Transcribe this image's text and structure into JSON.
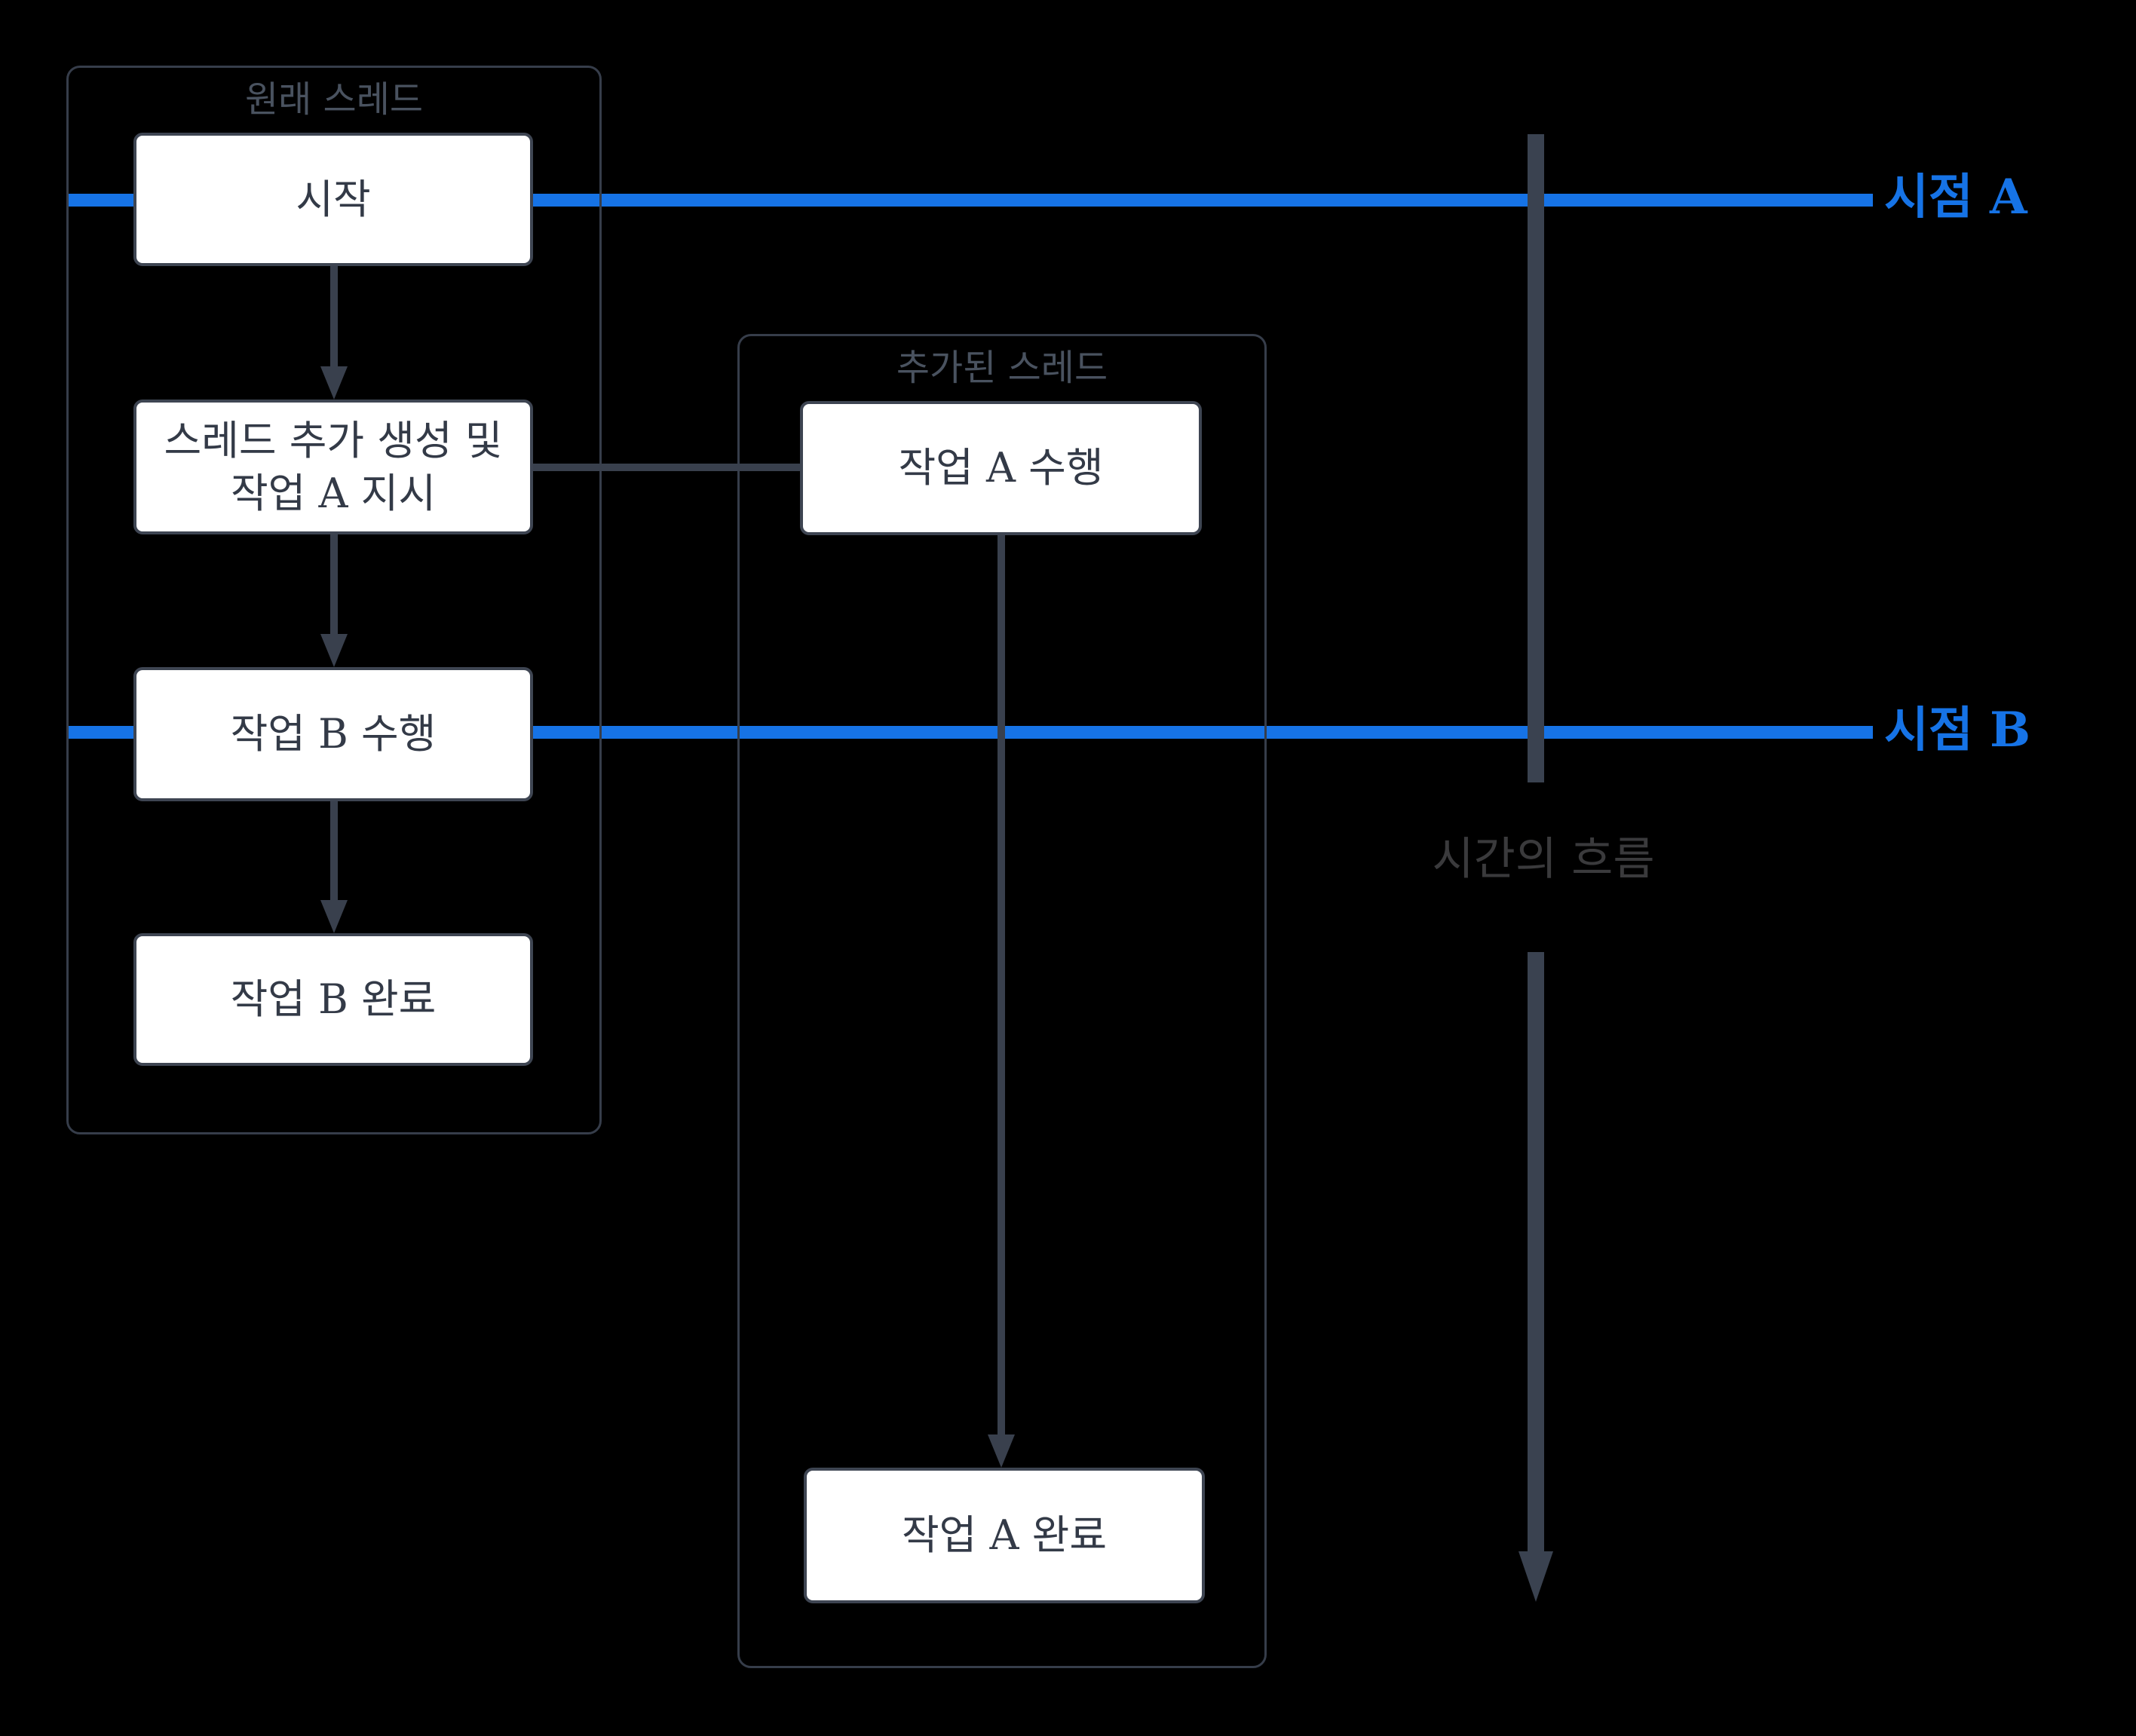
{
  "diagram": {
    "colors": {
      "background": "#000000",
      "accent_blue": "#1673e6",
      "connector_gray": "#39404d",
      "time_axis_gray": "#3a4250",
      "container_border": "#363d4a",
      "container_label": "#49525f",
      "node_background": "#ffffff",
      "node_border": "#3e4552",
      "node_text": "#333a47",
      "time_axis_label": "#3a3a3c"
    },
    "containers": {
      "original": {
        "label": "원래 스레드"
      },
      "added": {
        "label": "추가된 스레드"
      }
    },
    "nodes": {
      "start": {
        "label": "시작"
      },
      "spawn": {
        "label_line1": "스레드 추가 생성 및",
        "label_line2": "작업 A 지시"
      },
      "task_b": {
        "label": "작업 B 수행"
      },
      "task_b_done": {
        "label": "작업 B 완료"
      },
      "task_a": {
        "label": "작업 A 수행"
      },
      "task_a_done": {
        "label": "작업 A 완료"
      }
    },
    "timepoints": {
      "a": {
        "label": "시점 A"
      },
      "b": {
        "label": "시점 B"
      }
    },
    "time_axis": {
      "label": "시간의 흐름"
    }
  }
}
